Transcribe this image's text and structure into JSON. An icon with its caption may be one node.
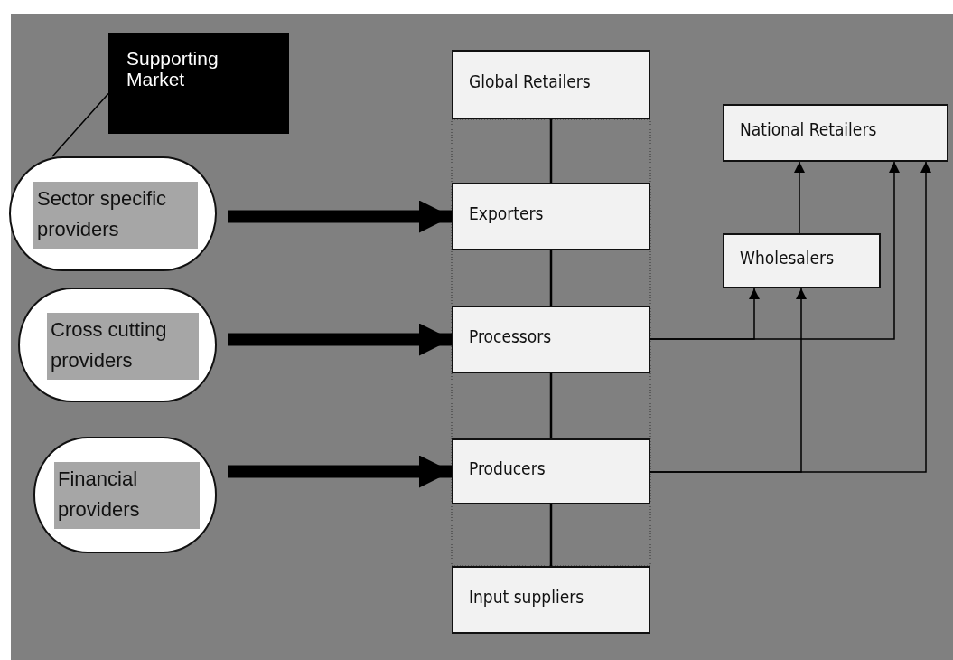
{
  "diagram": {
    "nodes": [
      {
        "text": [
          "Supporting Market"
        ]
      },
      {
        "text": [
          "Sector specific providers"
        ]
      },
      {
        "text": [
          "Cross cutting providers"
        ]
      },
      {
        "text": [
          "Financial providers"
        ]
      },
      {
        "text": [
          "Global Retailers"
        ]
      },
      {
        "text": [
          "Exporters"
        ]
      },
      {
        "text": [
          "Processors"
        ]
      },
      {
        "text": [
          "Producers"
        ]
      },
      {
        "text": [
          "Input suppliers"
        ]
      },
      {
        "text": [
          "National Retailers"
        ]
      },
      {
        "text": [
          "Wholesalers"
        ]
      }
    ],
    "edges": [
      {
        "from": 1,
        "to": 0,
        "arrow": "none"
      },
      {
        "from": 1,
        "to": 5,
        "arrow": "to",
        "style": "thick"
      },
      {
        "from": 2,
        "to": 6,
        "arrow": "to",
        "style": "thick"
      },
      {
        "from": 3,
        "to": 7,
        "arrow": "to",
        "style": "thick"
      },
      {
        "from": 4,
        "to": 5,
        "arrow": "none"
      },
      {
        "from": 5,
        "to": 6,
        "arrow": "none"
      },
      {
        "from": 6,
        "to": 7,
        "arrow": "none"
      },
      {
        "from": 7,
        "to": 8,
        "arrow": "none"
      },
      {
        "from": 10,
        "to": 9,
        "arrow": "to"
      },
      {
        "from": 6,
        "to": 10,
        "arrow": "to"
      },
      {
        "from": 6,
        "to": 9,
        "arrow": "to"
      },
      {
        "from": 7,
        "to": 10,
        "arrow": "to"
      },
      {
        "from": 7,
        "to": 9,
        "arrow": "to"
      }
    ]
  }
}
